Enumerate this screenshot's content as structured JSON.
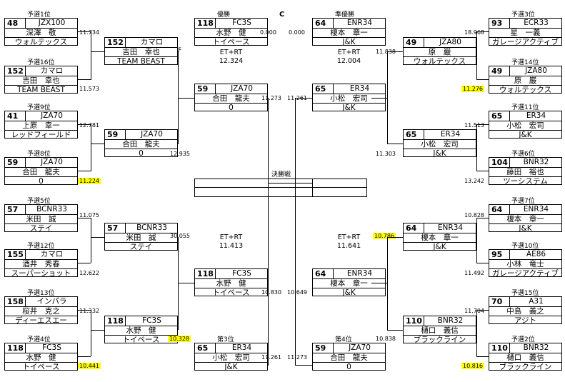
{
  "marks": {
    "c": "C",
    "f": "F",
    "final": "決勝戦"
  },
  "boxes": [
    {
      "id": "L1",
      "hdr": "予選1位",
      "num": "48",
      "car": "JZX100",
      "driver": "深澤　敬",
      "team": "ウォルテックス"
    },
    {
      "id": "L2",
      "hdr": "予選16位",
      "num": "152",
      "car": "カマロ",
      "driver": "吉田　幸也",
      "team": "TEAM BEAST"
    },
    {
      "id": "L3",
      "hdr": "予選9位",
      "num": "41",
      "car": "JZA70",
      "driver": "上原　幸一",
      "team": "レッドフィールド"
    },
    {
      "id": "L4",
      "hdr": "予選8位",
      "num": "59",
      "car": "JZA70",
      "driver": "合田　龍夫",
      "team": "0"
    },
    {
      "id": "L5",
      "hdr": "予選5位",
      "num": "57",
      "car": "BCNR33",
      "driver": "米田　誠",
      "team": "ステイ"
    },
    {
      "id": "L6",
      "hdr": "予選12位",
      "num": "155",
      "car": "カマロ",
      "driver": "酒井　秀春",
      "team": "スーパーショット"
    },
    {
      "id": "L7",
      "hdr": "予選13位",
      "num": "158",
      "car": "インパラ",
      "driver": "桜井　克之",
      "team": "ディーエスエー"
    },
    {
      "id": "L8",
      "hdr": "予選4位",
      "num": "118",
      "car": "FC3S",
      "driver": "水野　健",
      "team": "トイペース"
    },
    {
      "id": "LB1",
      "hdr": "",
      "num": "152",
      "car": "カマロ",
      "driver": "吉田　幸也",
      "team": "TEAM BEAST"
    },
    {
      "id": "LB2",
      "hdr": "",
      "num": "59",
      "car": "JZA70",
      "driver": "合田　龍夫",
      "team": "0"
    },
    {
      "id": "LB3",
      "hdr": "",
      "num": "57",
      "car": "BCNR33",
      "driver": "米田　誠",
      "team": "ステイ"
    },
    {
      "id": "LB4",
      "hdr": "",
      "num": "118",
      "car": "FC3S",
      "driver": "水野　健",
      "team": "トイペース"
    },
    {
      "id": "LC1",
      "hdr": "",
      "num": "59",
      "car": "JZA70",
      "driver": "合田　龍夫",
      "team": "0"
    },
    {
      "id": "LC2",
      "hdr": "",
      "num": "118",
      "car": "FC3S",
      "driver": "水野　健",
      "team": "トイペース"
    },
    {
      "id": "W1",
      "hdr": "優勝",
      "num": "118",
      "car": "FC3S",
      "driver": "水野　健",
      "team": "トイペース"
    },
    {
      "id": "W2",
      "hdr": "準優勝",
      "num": "64",
      "car": "ENR34",
      "driver": "榎本　章一",
      "team": "J&K"
    },
    {
      "id": "RC1",
      "hdr": "",
      "num": "65",
      "car": "ER34",
      "driver": "小松　宏司",
      "team": "J&K"
    },
    {
      "id": "RC2",
      "hdr": "",
      "num": "64",
      "car": "ENR34",
      "driver": "榎本　章一",
      "team": "J&K"
    },
    {
      "id": "T3",
      "hdr": "第3位",
      "num": "65",
      "car": "ER34",
      "driver": "小松　宏司",
      "team": "J&K"
    },
    {
      "id": "T4",
      "hdr": "第4位",
      "num": "59",
      "car": "JZA70",
      "driver": "合田　龍夫",
      "team": "0"
    },
    {
      "id": "RB1",
      "hdr": "",
      "num": "49",
      "car": "JZA80",
      "driver": "原　巌",
      "team": "ウォルテックス"
    },
    {
      "id": "RB2",
      "hdr": "",
      "num": "65",
      "car": "ER34",
      "driver": "小松　宏司",
      "team": "J&K"
    },
    {
      "id": "RB3",
      "hdr": "",
      "num": "64",
      "car": "ENR34",
      "driver": "榎本　章一",
      "team": "J&K"
    },
    {
      "id": "RB4",
      "hdr": "",
      "num": "110",
      "car": "BNR32",
      "driver": "樋口　義信",
      "team": "ブラックライン"
    },
    {
      "id": "R1",
      "hdr": "予選3位",
      "num": "93",
      "car": "ECR33",
      "driver": "星　一義",
      "team": "ガレージアクティブ"
    },
    {
      "id": "R2",
      "hdr": "予選14位",
      "num": "49",
      "car": "JZA80",
      "driver": "原　巌",
      "team": "ウォルテックス"
    },
    {
      "id": "R3",
      "hdr": "予選11位",
      "num": "65",
      "car": "ER34",
      "driver": "小松　宏司",
      "team": "J&K"
    },
    {
      "id": "R4",
      "hdr": "予選6位",
      "num": "104",
      "car": "BNR32",
      "driver": "藤田　裕也",
      "team": "ツーシステム"
    },
    {
      "id": "R5",
      "hdr": "予選7位",
      "num": "64",
      "car": "ENR34",
      "driver": "榎本　章一",
      "team": "J&K"
    },
    {
      "id": "R6",
      "hdr": "予選10位",
      "num": "95",
      "car": "AE86",
      "driver": "小林　竜士",
      "team": "ガレージアクティブ"
    },
    {
      "id": "R7",
      "hdr": "予選15位",
      "num": "70",
      "car": "A31",
      "driver": "中島　義之",
      "team": "アジト"
    },
    {
      "id": "R8",
      "hdr": "予選2位",
      "num": "110",
      "car": "BNR32",
      "driver": "樋口　義信",
      "team": "ブラックライン"
    }
  ],
  "times": [
    {
      "id": "tL1",
      "text": "11.734",
      "hl": false
    },
    {
      "id": "tL2",
      "text": "11.573",
      "hl": false
    },
    {
      "id": "tL3",
      "text": "12.781",
      "hl": false
    },
    {
      "id": "tL4",
      "text": "11.224",
      "hl": true
    },
    {
      "id": "tL5",
      "text": "11.075",
      "hl": false
    },
    {
      "id": "tL6",
      "text": "12.622",
      "hl": false
    },
    {
      "id": "tL7",
      "text": "11.332",
      "hl": false
    },
    {
      "id": "tL8",
      "text": "10.441",
      "hl": true
    },
    {
      "id": "tLB2",
      "text": "12.935",
      "hl": false
    },
    {
      "id": "tLB3",
      "text": "30.055",
      "hl": false
    },
    {
      "id": "tLB4",
      "text": "10.328",
      "hl": true
    },
    {
      "id": "tLC1",
      "text": "11.273",
      "hl": false
    },
    {
      "id": "tLC2",
      "text": "10.830",
      "hl": false
    },
    {
      "id": "tW1",
      "text": "0.000",
      "hl": false
    },
    {
      "id": "tW2",
      "text": "0.000",
      "hl": false
    },
    {
      "id": "tRC1",
      "text": "11.261",
      "hl": false
    },
    {
      "id": "tRC2",
      "text": "10.649",
      "hl": false
    },
    {
      "id": "tT3",
      "text": "11.261",
      "hl": false
    },
    {
      "id": "tT4",
      "text": "11.273",
      "hl": false
    },
    {
      "id": "tRB1",
      "text": "11.838",
      "hl": false
    },
    {
      "id": "tRB2",
      "text": "11.303",
      "hl": false
    },
    {
      "id": "tRB3",
      "text": "10.786",
      "hl": true
    },
    {
      "id": "tRB4",
      "text": "10.838",
      "hl": false
    },
    {
      "id": "tR1",
      "text": "18.968",
      "hl": false
    },
    {
      "id": "tR2",
      "text": "11.276",
      "hl": true
    },
    {
      "id": "tR3",
      "text": "11.513",
      "hl": false
    },
    {
      "id": "tR4",
      "text": "13.242",
      "hl": false
    },
    {
      "id": "tR5",
      "text": "10.828",
      "hl": false
    },
    {
      "id": "tR6",
      "text": "11.492",
      "hl": false
    },
    {
      "id": "tR7",
      "text": "11.704",
      "hl": false
    },
    {
      "id": "tR8",
      "text": "10.816",
      "hl": true
    }
  ],
  "etrt": [
    {
      "id": "eLC1",
      "label": "ET+RT",
      "value": "12.324"
    },
    {
      "id": "eRC1",
      "label": "ET+RT",
      "value": "12.004"
    },
    {
      "id": "eLC2",
      "label": "ET+RT",
      "value": "11.413"
    },
    {
      "id": "eRC2",
      "label": "ET+RT",
      "value": "11.641"
    }
  ]
}
